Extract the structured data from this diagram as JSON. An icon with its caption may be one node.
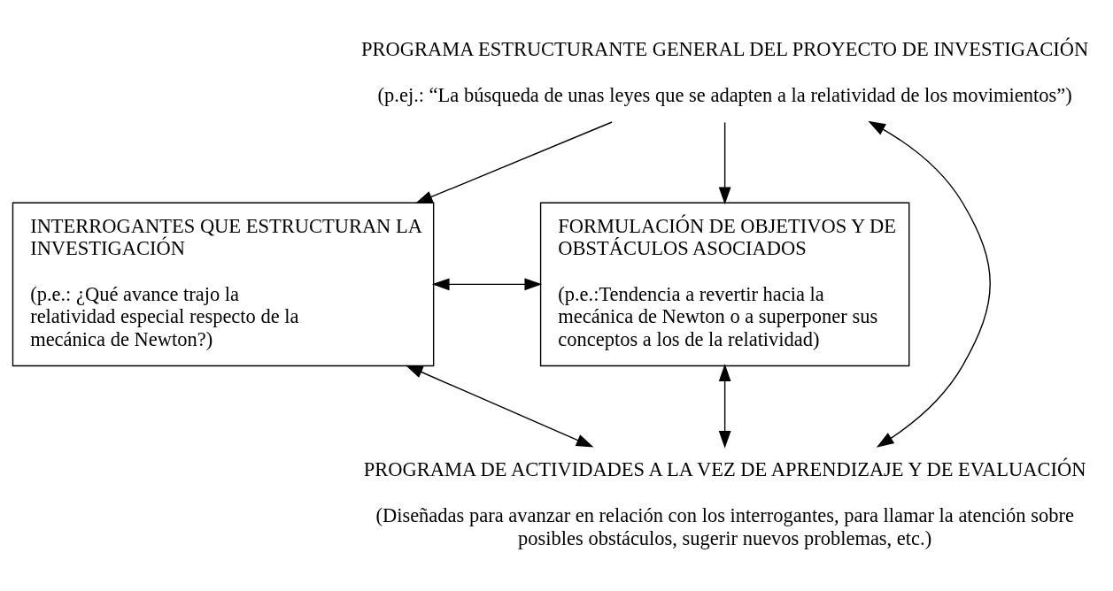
{
  "diagram": {
    "nodes": [
      {
        "text": [
          "PROGRAMA ESTRUCTURANTE GENERAL DEL PROYECTO DE INVESTIGACIÓN",
          "(p.ej.: “La búsqueda de unas leyes que se adapten a la relatividad de los movimientos”)"
        ]
      },
      {
        "text": [
          "INTERROGANTES QUE ESTRUCTURAN LA INVESTIGACIÓN",
          "(p.e.: ¿Qué avance trajo la relatividad especial respecto de la mecánica de Newton?)"
        ]
      },
      {
        "text": [
          "FORMULACIÓN DE OBJETIVOS Y DE OBSTÁCULOS ASOCIADOS",
          "(p.e.:Tendencia a revertir hacia la mecánica de Newton o a superponer sus conceptos a los de la relatividad)"
        ]
      },
      {
        "text": [
          "PROGRAMA DE ACTIVIDADES A LA VEZ DE APRENDIZAJE Y DE EVALUACIÓN",
          "(Diseñadas para avanzar en relación con los interrogantes, para llamar la atención sobre posibles obstáculos, sugerir nuevos problemas, etc.)"
        ]
      }
    ],
    "edges": [
      {
        "from": 0,
        "to": 1,
        "arrow": "to"
      },
      {
        "from": 0,
        "to": 2,
        "arrow": "to"
      },
      {
        "from": 1,
        "to": 2,
        "arrow": "both"
      },
      {
        "from": 0,
        "to": 3,
        "arrow": "both"
      },
      {
        "from": 1,
        "to": 3,
        "arrow": "both"
      },
      {
        "from": 2,
        "to": 3,
        "arrow": "both"
      }
    ]
  }
}
